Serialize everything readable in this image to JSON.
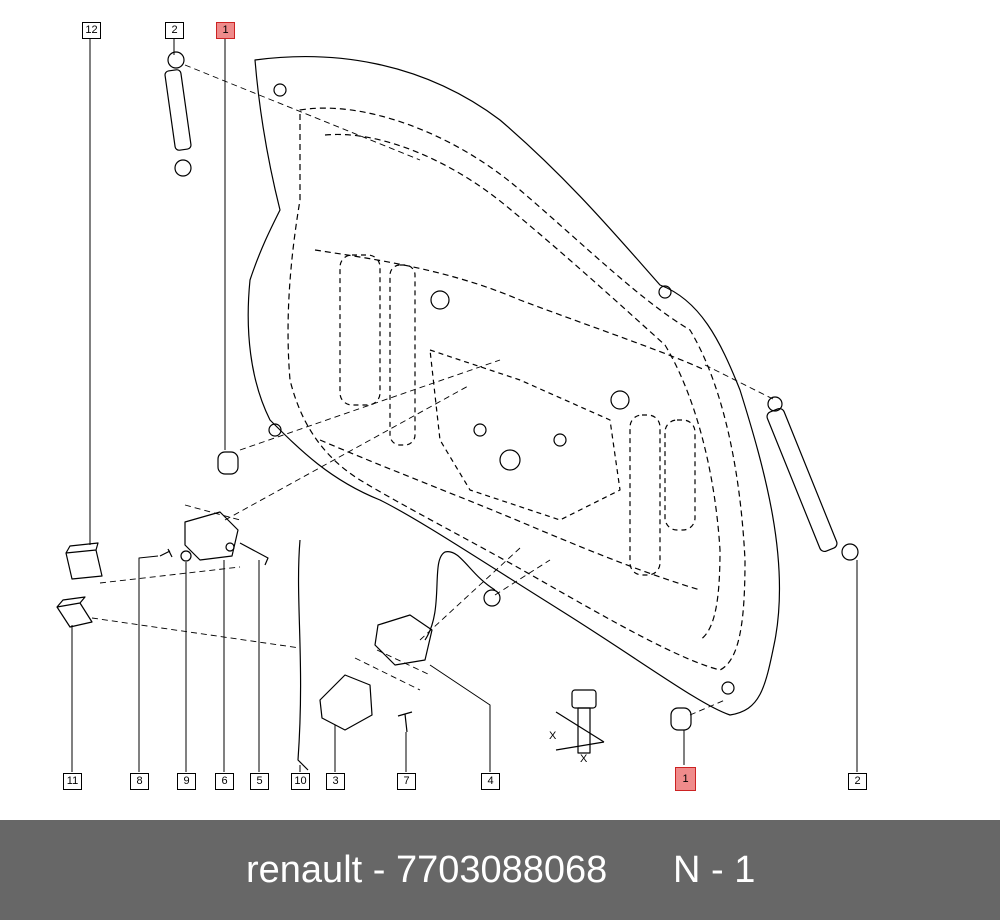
{
  "callouts": [
    {
      "label": "12",
      "highlight": false
    },
    {
      "label": "2",
      "highlight": false
    },
    {
      "label": "1",
      "highlight": true
    },
    {
      "label": "11",
      "highlight": false
    },
    {
      "label": "8",
      "highlight": false
    },
    {
      "label": "9",
      "highlight": false
    },
    {
      "label": "6",
      "highlight": false
    },
    {
      "label": "5",
      "highlight": false
    },
    {
      "label": "10",
      "highlight": false
    },
    {
      "label": "3",
      "highlight": false
    },
    {
      "label": "7",
      "highlight": false
    },
    {
      "label": "4",
      "highlight": false
    },
    {
      "label": "1",
      "highlight": true
    },
    {
      "label": "2",
      "highlight": false
    }
  ],
  "dimension_labels": [
    "X",
    "X"
  ],
  "footer": {
    "brand_part": "renault - 7703088068",
    "page": "N - 1"
  },
  "colors": {
    "footer_bg": "#676767",
    "highlight": "#ef8b8b"
  }
}
